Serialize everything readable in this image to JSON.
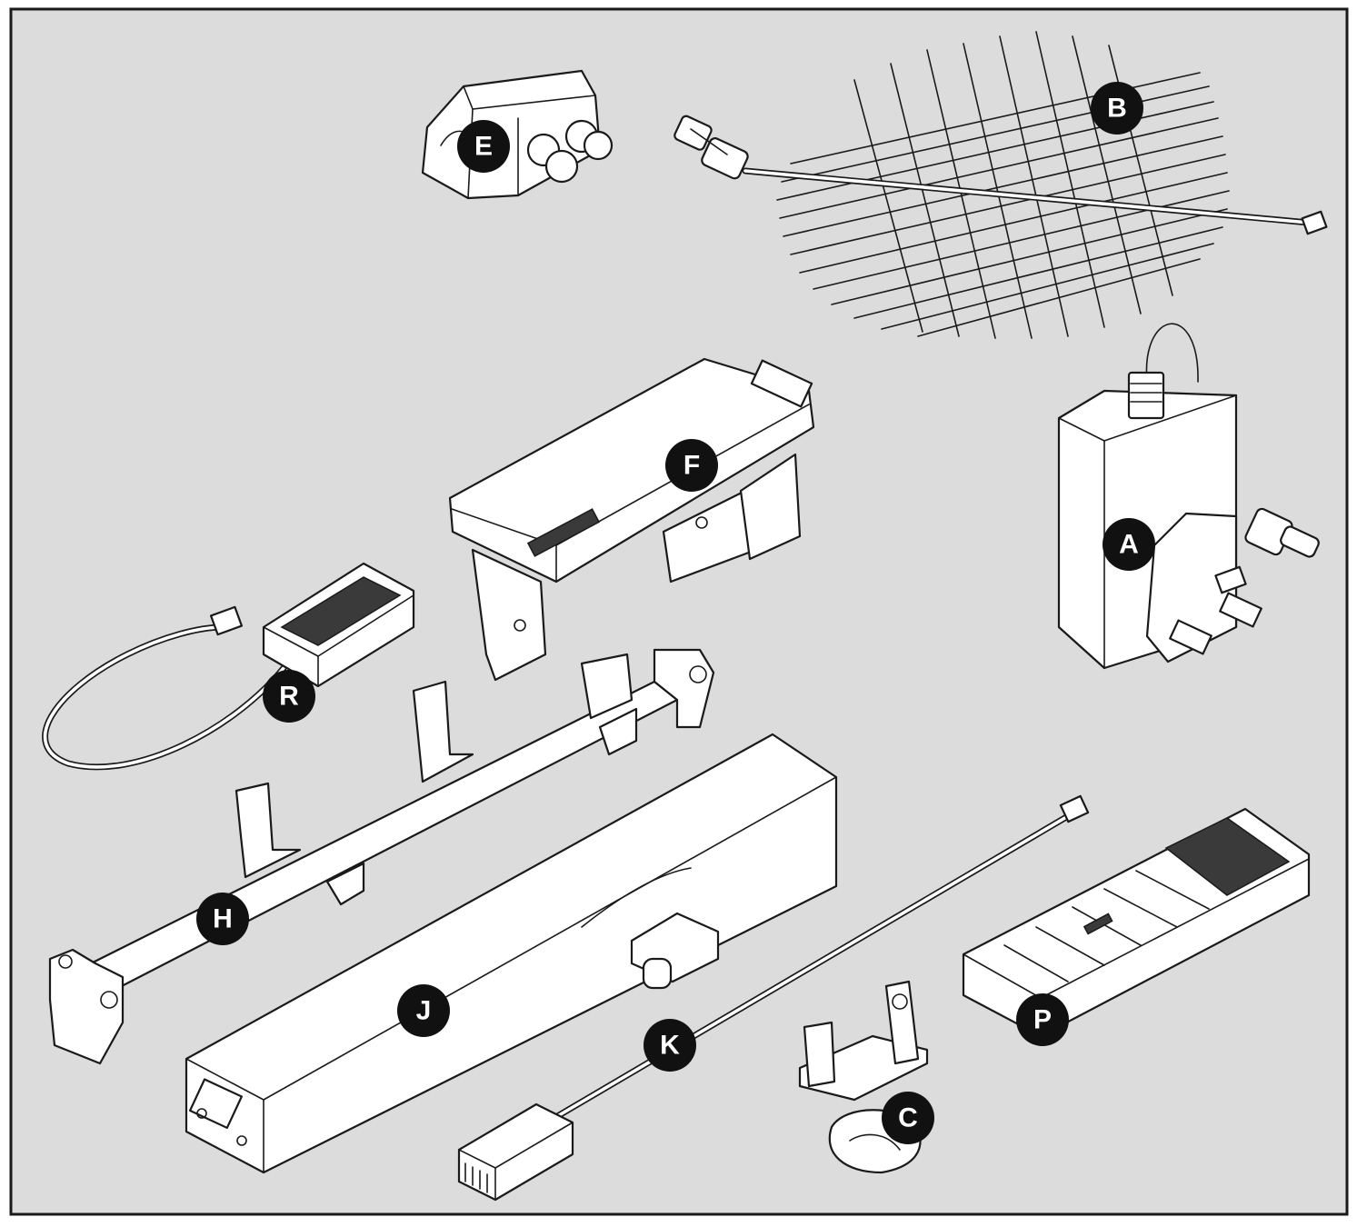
{
  "labels": {
    "a": "A",
    "b": "B",
    "c": "C",
    "e": "E",
    "f": "F",
    "h": "H",
    "j": "J",
    "k": "K",
    "p": "P",
    "r": "R"
  },
  "colors": {
    "background": "#dcdcdc",
    "frame": "#1a1a1a",
    "badge": "#111111",
    "part_fill": "#ffffff"
  }
}
